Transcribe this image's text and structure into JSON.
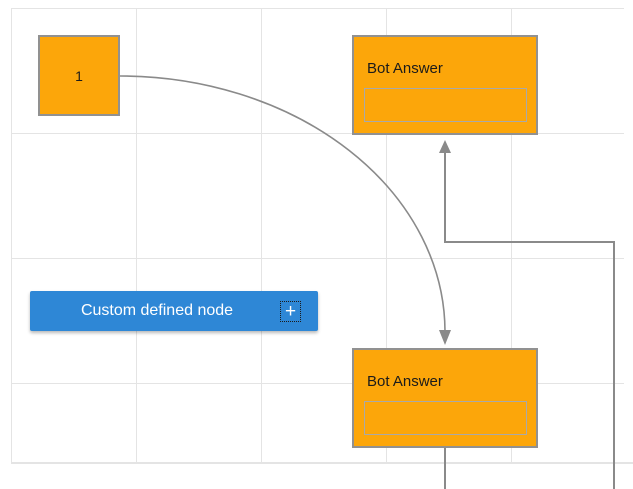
{
  "diagram": {
    "grid": {
      "color": "#e4e4e4",
      "cell_size": 125
    },
    "connector_color": "#8a8a8a",
    "nodes": {
      "start_node": {
        "label": "1",
        "fill": "#FCA60A",
        "border_color": "#919191"
      },
      "bot_answer_top": {
        "title": "Bot Answer",
        "input_value": "",
        "fill": "#FCA60A",
        "border_color": "#919191"
      },
      "bot_answer_bottom": {
        "title": "Bot Answer",
        "input_value": "",
        "fill": "#FCA60A",
        "border_color": "#919191"
      },
      "custom_node": {
        "label": "Custom defined node",
        "fill": "#2E87D6",
        "icon": "plus-icon"
      }
    },
    "connectors": [
      {
        "name": "start-to-bot-answer-bottom",
        "shape": "curve-with-arrow"
      },
      {
        "name": "bot-answer-bottom-to-bot-answer-top",
        "shape": "orthogonal-with-arrow"
      }
    ]
  }
}
